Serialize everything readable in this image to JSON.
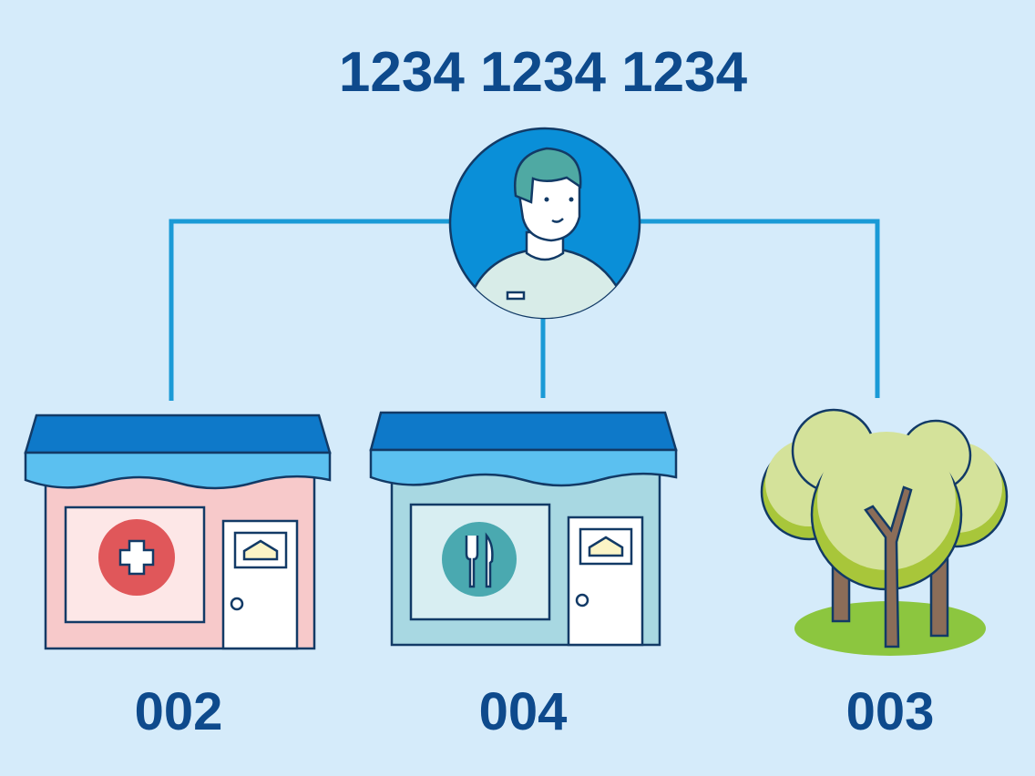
{
  "title": "1234 1234 1234",
  "nodes": [
    {
      "label": "002",
      "type": "clinic-shop"
    },
    {
      "label": "004",
      "type": "restaurant-shop"
    },
    {
      "label": "003",
      "type": "park-trees"
    }
  ],
  "colors": {
    "background": "#d5ebfa",
    "text": "#0e4a8c",
    "connector": "#1a9ad6",
    "avatar_bg": "#0a8fd8"
  }
}
